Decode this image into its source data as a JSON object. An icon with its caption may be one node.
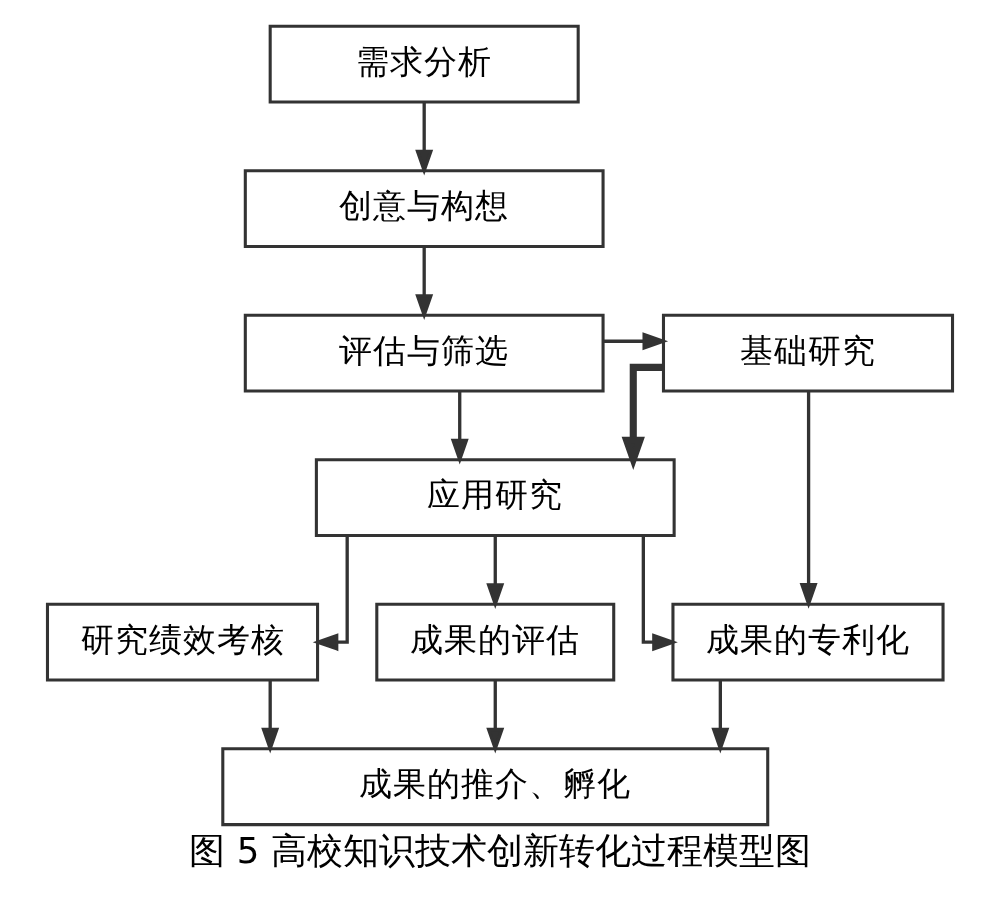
{
  "diagram": {
    "caption": "图 5 高校知识技术创新转化过程模型图",
    "nodes": [
      {
        "text": [
          "需求分析"
        ]
      },
      {
        "text": [
          "创意与构想"
        ]
      },
      {
        "text": [
          "评估与筛选"
        ]
      },
      {
        "text": [
          "基础研究"
        ]
      },
      {
        "text": [
          "应用研究"
        ]
      },
      {
        "text": [
          "研究绩效考核"
        ]
      },
      {
        "text": [
          "成果的评估"
        ]
      },
      {
        "text": [
          "成果的专利化"
        ]
      },
      {
        "text": [
          "成果的推介、孵化"
        ]
      }
    ],
    "edges": [
      {
        "from": 0,
        "to": 1,
        "arrow": "to"
      },
      {
        "from": 1,
        "to": 2,
        "arrow": "to"
      },
      {
        "from": 2,
        "to": 3,
        "arrow": "to"
      },
      {
        "from": 2,
        "to": 4,
        "arrow": "to"
      },
      {
        "from": 3,
        "to": 4,
        "arrow": "to",
        "style": "thick"
      },
      {
        "from": 3,
        "to": 7,
        "arrow": "to"
      },
      {
        "from": 4,
        "to": 5,
        "arrow": "to"
      },
      {
        "from": 4,
        "to": 6,
        "arrow": "to"
      },
      {
        "from": 4,
        "to": 7,
        "arrow": "to"
      },
      {
        "from": 5,
        "to": 8,
        "arrow": "to"
      },
      {
        "from": 6,
        "to": 8,
        "arrow": "to"
      },
      {
        "from": 7,
        "to": 8,
        "arrow": "to"
      }
    ]
  }
}
